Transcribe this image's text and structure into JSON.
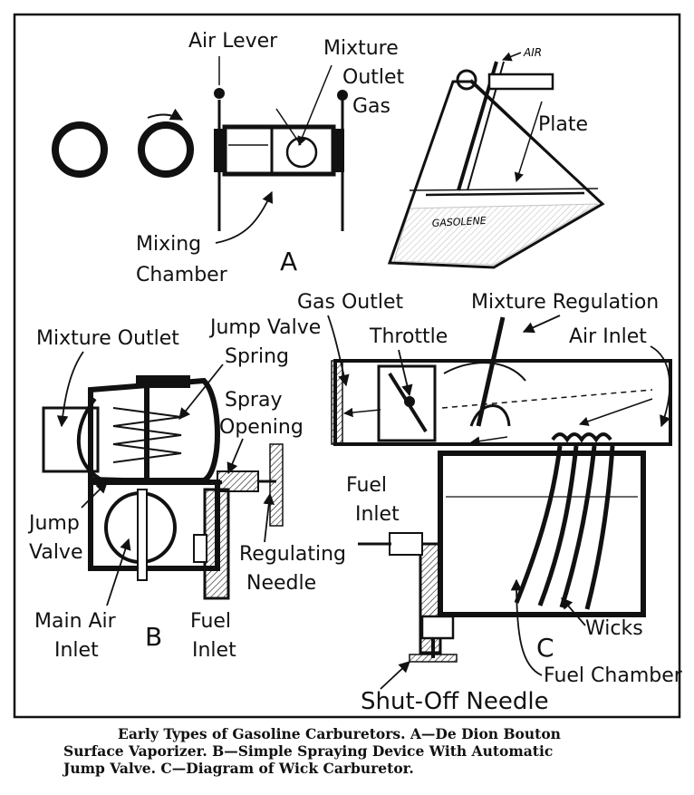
{
  "figure": {
    "view_a": {
      "letter": "A",
      "labels": {
        "air_lever": "Air Lever",
        "mixture_outlet_1": "Mixture",
        "mixture_outlet_2": "Outlet",
        "gas": "Gas",
        "plate": "Plate",
        "air": "AIR",
        "gasolene": "GASOLENE",
        "mixing_1": "Mixing",
        "mixing_2": "Chamber"
      }
    },
    "view_b": {
      "letter": "B",
      "labels": {
        "mixture_outlet": "Mixture Outlet",
        "jump_valve_spring_1": "Jump Valve",
        "jump_valve_spring_2": "Spring",
        "spray_opening_1": "Spray",
        "spray_opening_2": "Opening",
        "jump_valve_1": "Jump",
        "jump_valve_2": "Valve",
        "regulating_needle_1": "Regulating",
        "regulating_needle_2": "Needle",
        "main_air_inlet_1": "Main Air",
        "main_air_inlet_2": "Inlet",
        "fuel_inlet_1": "Fuel",
        "fuel_inlet_2": "Inlet"
      }
    },
    "view_c": {
      "letter": "C",
      "labels": {
        "gas_outlet": "Gas Outlet",
        "throttle": "Throttle",
        "mixture_regulation": "Mixture Regulation",
        "air_inlet": "Air Inlet",
        "fuel_inlet_1": "Fuel",
        "fuel_inlet_2": "Inlet",
        "wicks": "Wicks",
        "fuel_chamber": "Fuel Chamber",
        "shut_off_needle": "Shut-Off Needle"
      }
    }
  },
  "caption": {
    "line1": "Early Types of Gasoline Carburetors. A—De Dion Bouton",
    "line2": "Surface Vaporizer. B—Simple Spraying Device With Automatic",
    "line3": "Jump Valve. C—Diagram of Wick Carburetor."
  }
}
